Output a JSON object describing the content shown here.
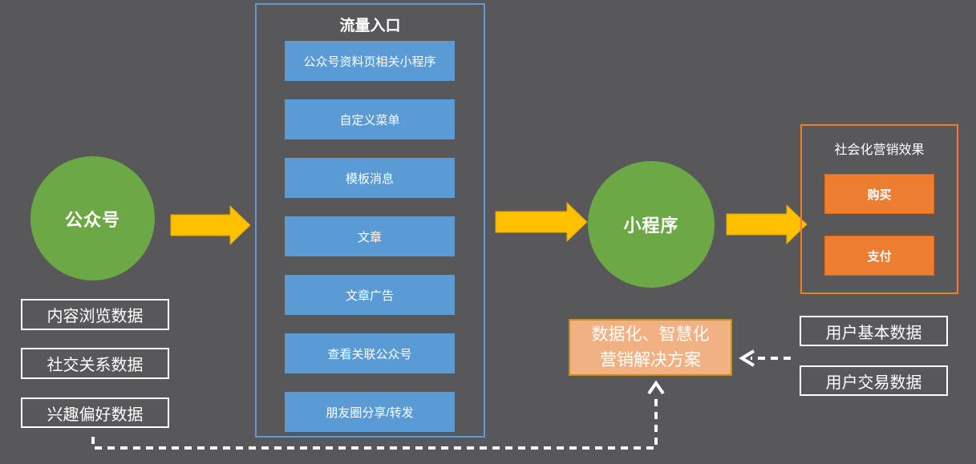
{
  "colors": {
    "background": "#58585A",
    "green": "#6CA845",
    "yellow": "#FFC000",
    "blue": "#5B9BD5",
    "orange": "#ED7D31",
    "orange_light": "#F2B183",
    "gold_border": "#BC9127",
    "white": "#FFFFFF"
  },
  "left_circle": {
    "label": "公众号"
  },
  "right_circle": {
    "label": "小程序"
  },
  "traffic_panel": {
    "title": "流量入口",
    "items": [
      "公众号资料页相关小程序",
      "自定义菜单",
      "模板消息",
      "文章",
      "文章广告",
      "查看关联公众号",
      "朋友圈分享/转发"
    ]
  },
  "effect_panel": {
    "title": "社会化营销效果",
    "buy_label": "购买",
    "pay_label": "支付"
  },
  "solution_box": {
    "line1": "数据化、智慧化",
    "line2": "营销解决方案"
  },
  "left_data_boxes": [
    "内容浏览数据",
    "社交关系数据",
    "兴趣偏好数据"
  ],
  "right_data_boxes": [
    "用户基本数据",
    "用户交易数据"
  ]
}
